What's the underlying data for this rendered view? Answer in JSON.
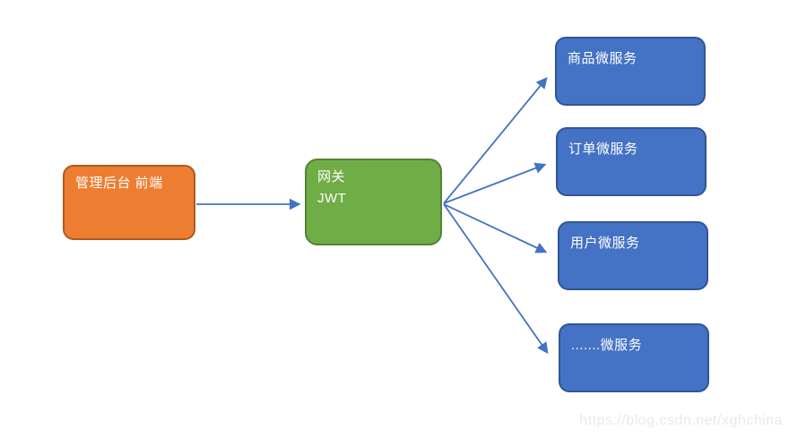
{
  "diagram": {
    "frontend": {
      "label": "管理后台 前端",
      "fill": "#ED7D31",
      "border": "#AC5A20"
    },
    "gateway": {
      "label": "网关",
      "sublabel": "JWT",
      "fill": "#70AD47",
      "border": "#548235"
    },
    "services": [
      {
        "label": "商品微服务"
      },
      {
        "label": "订单微服务"
      },
      {
        "label": "用户微服务"
      },
      {
        "label": ".......微服务"
      }
    ],
    "service_style": {
      "fill": "#4472C4",
      "border": "#2F5597"
    },
    "text_color": "#FFFFFF",
    "arrow_color": "#4472C4"
  },
  "watermark": {
    "text": "https://blog.csdn.net/xghchina",
    "color": "#E9E9E9"
  }
}
